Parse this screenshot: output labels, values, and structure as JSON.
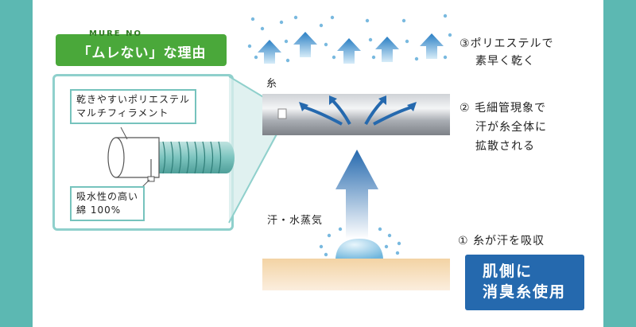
{
  "badge": {
    "ruby": "MURE NO",
    "title": "「ムレない」な理由"
  },
  "fiber": {
    "outer_label_lines": [
      "乾きやすいポリエステル",
      "マルチフィラメント"
    ],
    "inner_label_lines": [
      "吸水性の高い",
      "綿 100%"
    ]
  },
  "diagram": {
    "thread_label": "糸",
    "sweat_label": "汗・水蒸気"
  },
  "steps": [
    {
      "lines": [
        "③ポリエステルで",
        "素早く乾く"
      ]
    },
    {
      "lines": [
        "② 毛細管現象で",
        "汗が糸全体に",
        "拡散される"
      ]
    },
    {
      "lines": [
        "① 糸が汗を吸収"
      ]
    }
  ],
  "mechanism": {
    "lines": [
      "肌側に",
      "消臭糸使用"
    ]
  },
  "colors": {
    "background": "#5cb8b2",
    "badge": "#4aa83a",
    "arrow_blue": "#2569ae",
    "skin": "#f6dcb4"
  }
}
